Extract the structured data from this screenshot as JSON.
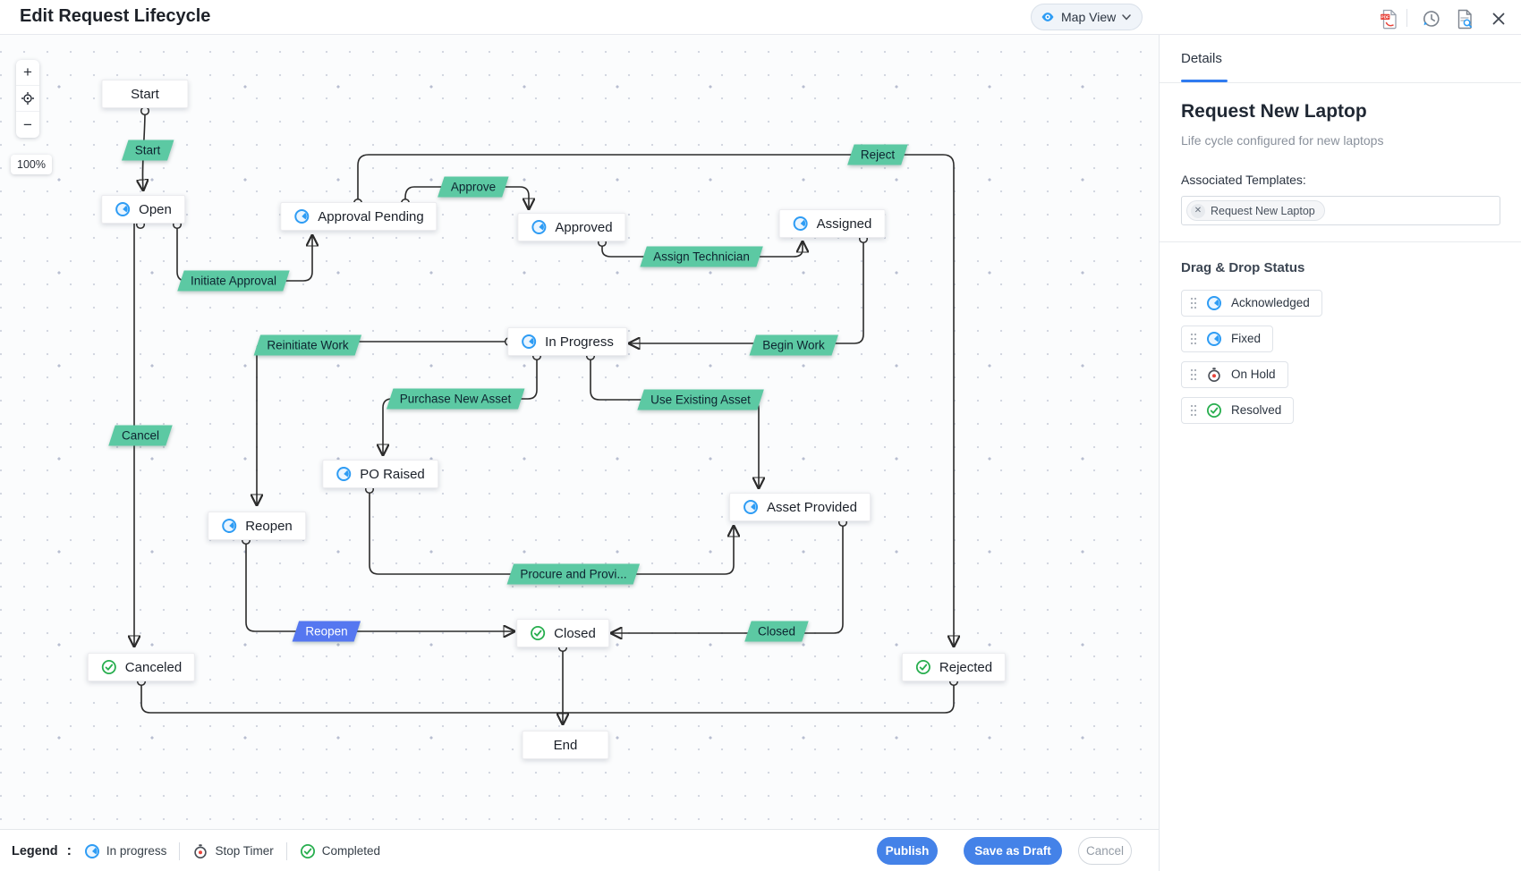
{
  "header": {
    "title": "Edit Request Lifecycle",
    "map_view_label": "Map View",
    "icons": [
      "eye-icon",
      "chevron-down-icon",
      "pdf-export-icon",
      "history-icon",
      "preview-document-icon",
      "close-icon"
    ]
  },
  "canvas": {
    "zoom_controls": {
      "zoom_in": "+",
      "zoom_out": "−",
      "center_icon": "crosshair-icon",
      "zoom_level": "100%"
    },
    "nodes": [
      {
        "label": "Start",
        "icon": null
      },
      {
        "label": "Open",
        "icon": "in-progress-icon"
      },
      {
        "label": "Approval Pending",
        "icon": "in-progress-icon"
      },
      {
        "label": "Approved",
        "icon": "in-progress-icon"
      },
      {
        "label": "Assigned",
        "icon": "in-progress-icon"
      },
      {
        "label": "In Progress",
        "icon": "in-progress-icon"
      },
      {
        "label": "PO Raised",
        "icon": "in-progress-icon"
      },
      {
        "label": "Asset Provided",
        "icon": "in-progress-icon"
      },
      {
        "label": "Reopen",
        "icon": "in-progress-icon"
      },
      {
        "label": "Closed",
        "icon": "completed-icon"
      },
      {
        "label": "Canceled",
        "icon": "completed-icon"
      },
      {
        "label": "Rejected",
        "icon": "completed-icon"
      },
      {
        "label": "End",
        "icon": null
      }
    ],
    "transitions": [
      {
        "label": "Start",
        "color": "green"
      },
      {
        "label": "Initiate Approval",
        "color": "green"
      },
      {
        "label": "Approve",
        "color": "green"
      },
      {
        "label": "Reject",
        "color": "green"
      },
      {
        "label": "Assign Technician",
        "color": "green"
      },
      {
        "label": "Begin Work",
        "color": "green"
      },
      {
        "label": "Reinitiate Work",
        "color": "green"
      },
      {
        "label": "Purchase New Asset",
        "color": "green"
      },
      {
        "label": "Use Existing Asset",
        "color": "green"
      },
      {
        "label": "Cancel",
        "color": "green"
      },
      {
        "label": "Procure and Provi...",
        "color": "green"
      },
      {
        "label": "Reopen",
        "color": "blue"
      },
      {
        "label": "Closed",
        "color": "green"
      }
    ]
  },
  "panel": {
    "tab_label": "Details",
    "title": "Request New Laptop",
    "subtitle": "Life cycle configured for new laptops",
    "associated_templates_label": "Associated Templates:",
    "template_chip": "Request New Laptop",
    "drag_drop_title": "Drag & Drop Status",
    "statuses": [
      {
        "label": "Acknowledged",
        "icon": "in-progress-icon"
      },
      {
        "label": "Fixed",
        "icon": "in-progress-icon"
      },
      {
        "label": "On Hold",
        "icon": "stop-timer-icon"
      },
      {
        "label": "Resolved",
        "icon": "completed-icon"
      }
    ]
  },
  "footer": {
    "legend_label": "Legend",
    "legend_colon": ":",
    "legend_items": [
      {
        "label": "In progress",
        "icon": "in-progress-icon"
      },
      {
        "label": "Stop Timer",
        "icon": "stop-timer-icon"
      },
      {
        "label": "Completed",
        "icon": "completed-icon"
      }
    ],
    "buttons": {
      "publish": "Publish",
      "save_draft": "Save as Draft",
      "cancel": "Cancel"
    }
  },
  "colors": {
    "accent_blue": "#4482e8",
    "status_blue": "#2e9cf4",
    "transition_green": "#5cc9a3",
    "transition_blue": "#5577f0",
    "completed_green": "#27ae4e",
    "stop_timer_red": "#e8453c",
    "edge": "#2b2b2b",
    "tab_underline": "#2f7bf0"
  }
}
